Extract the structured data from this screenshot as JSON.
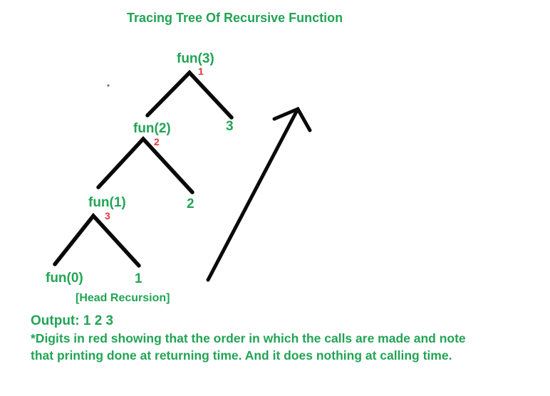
{
  "title": "Tracing Tree Of Recursive Function",
  "colors": {
    "text_green": "#22A455",
    "order_red": "#E8333A",
    "line_black": "#0A0A0A"
  },
  "tree": {
    "nodes": [
      {
        "label": "fun(3)",
        "call_order": "1"
      },
      {
        "label": "fun(2)",
        "call_order": "2"
      },
      {
        "label": "fun(1)",
        "call_order": "3"
      },
      {
        "label": "fun(0)",
        "call_order": ""
      }
    ],
    "printed_leaves": [
      {
        "value": "3"
      },
      {
        "value": "2"
      },
      {
        "value": "1"
      }
    ],
    "caption": "[Head Recursion]"
  },
  "notes": {
    "output_line": "Output: 1 2 3",
    "explanation_line1": "*Digits in red showing that the order in which the calls are made and note",
    "explanation_line2": "that printing done at returning time. And it does nothing at calling time."
  }
}
